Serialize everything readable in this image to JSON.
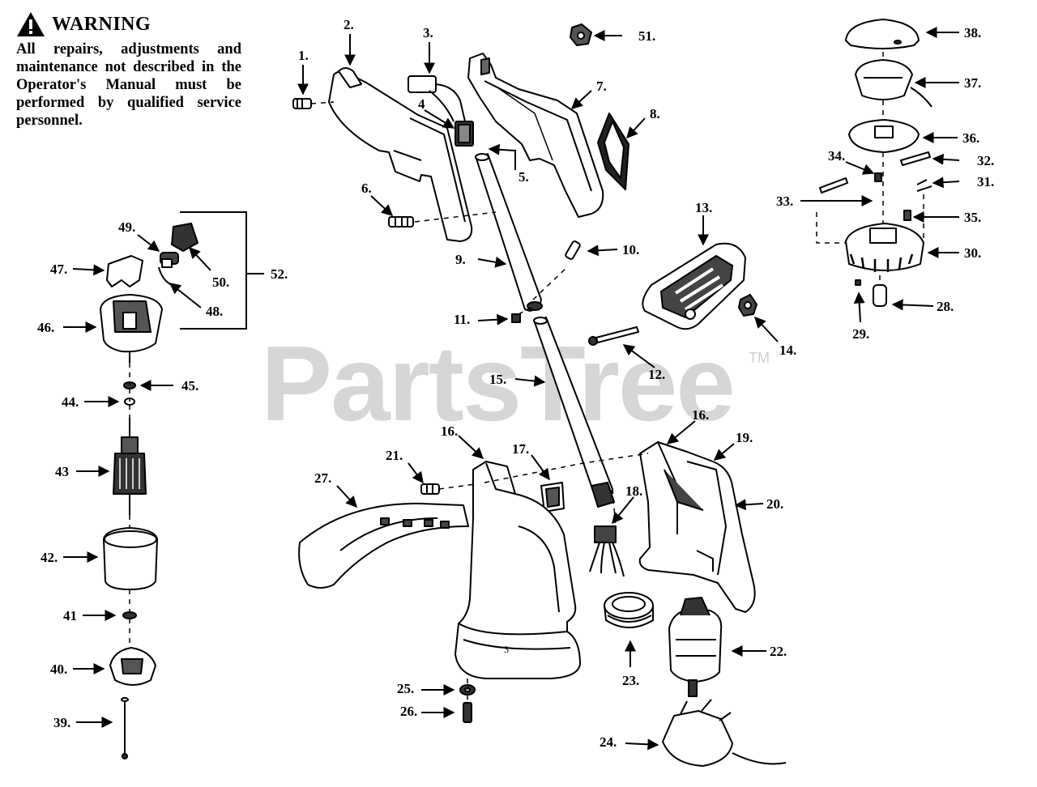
{
  "warning": {
    "title": "WARNING",
    "icon": "exclamation-triangle-icon",
    "body": "All repairs, adjustments and maintenance not described in the Operator's Manual must be performed by qualified service personnel."
  },
  "watermark": {
    "text": "PartsTree",
    "tm": "TM"
  },
  "callouts": {
    "c1": "1.",
    "c2": "2.",
    "c3": "3.",
    "c4": "4",
    "c5": "5.",
    "c6": "6.",
    "c7": "7.",
    "c8": "8.",
    "c9": "9.",
    "c10": "10.",
    "c11": "11.",
    "c12": "12.",
    "c13": "13.",
    "c14": "14.",
    "c15": "15.",
    "c16a": "16.",
    "c16b": "16.",
    "c17": "17.",
    "c18": "18.",
    "c19": "19.",
    "c20": "20.",
    "c21": "21.",
    "c22": "22.",
    "c23": "23.",
    "c24": "24.",
    "c25": "25.",
    "c26": "26.",
    "c27": "27.",
    "c28": "28.",
    "c29": "29.",
    "c30": "30.",
    "c31": "31.",
    "c32": "32.",
    "c33": "33.",
    "c34": "34.",
    "c35": "35.",
    "c36": "36.",
    "c37": "37.",
    "c38": "38.",
    "c39": "39.",
    "c40": "40.",
    "c41": "41",
    "c42": "42.",
    "c43": "43",
    "c44": "44.",
    "c45": "45.",
    "c46": "46.",
    "c47": "47.",
    "c48": "48.",
    "c49": "49.",
    "c50": "50.",
    "c51": "51.",
    "c52": "52."
  }
}
